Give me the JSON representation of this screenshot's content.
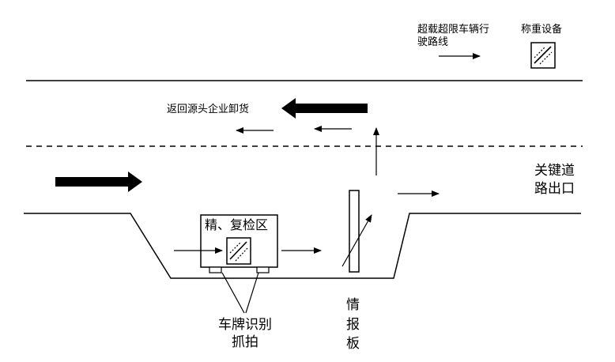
{
  "legend": {
    "route_label": "超载超限车辆行驶路线",
    "weigh_label": "称重设备",
    "weigh_icon": "hatched-square-icon"
  },
  "labels": {
    "return_route": "返回源头企业卸货",
    "exit": "关键道路出口",
    "inspection_zone": "精、复检区",
    "plate_capture": "车牌识别抓拍",
    "info_board": "情报板"
  },
  "colors": {
    "stroke": "#000000",
    "background": "#ffffff"
  }
}
